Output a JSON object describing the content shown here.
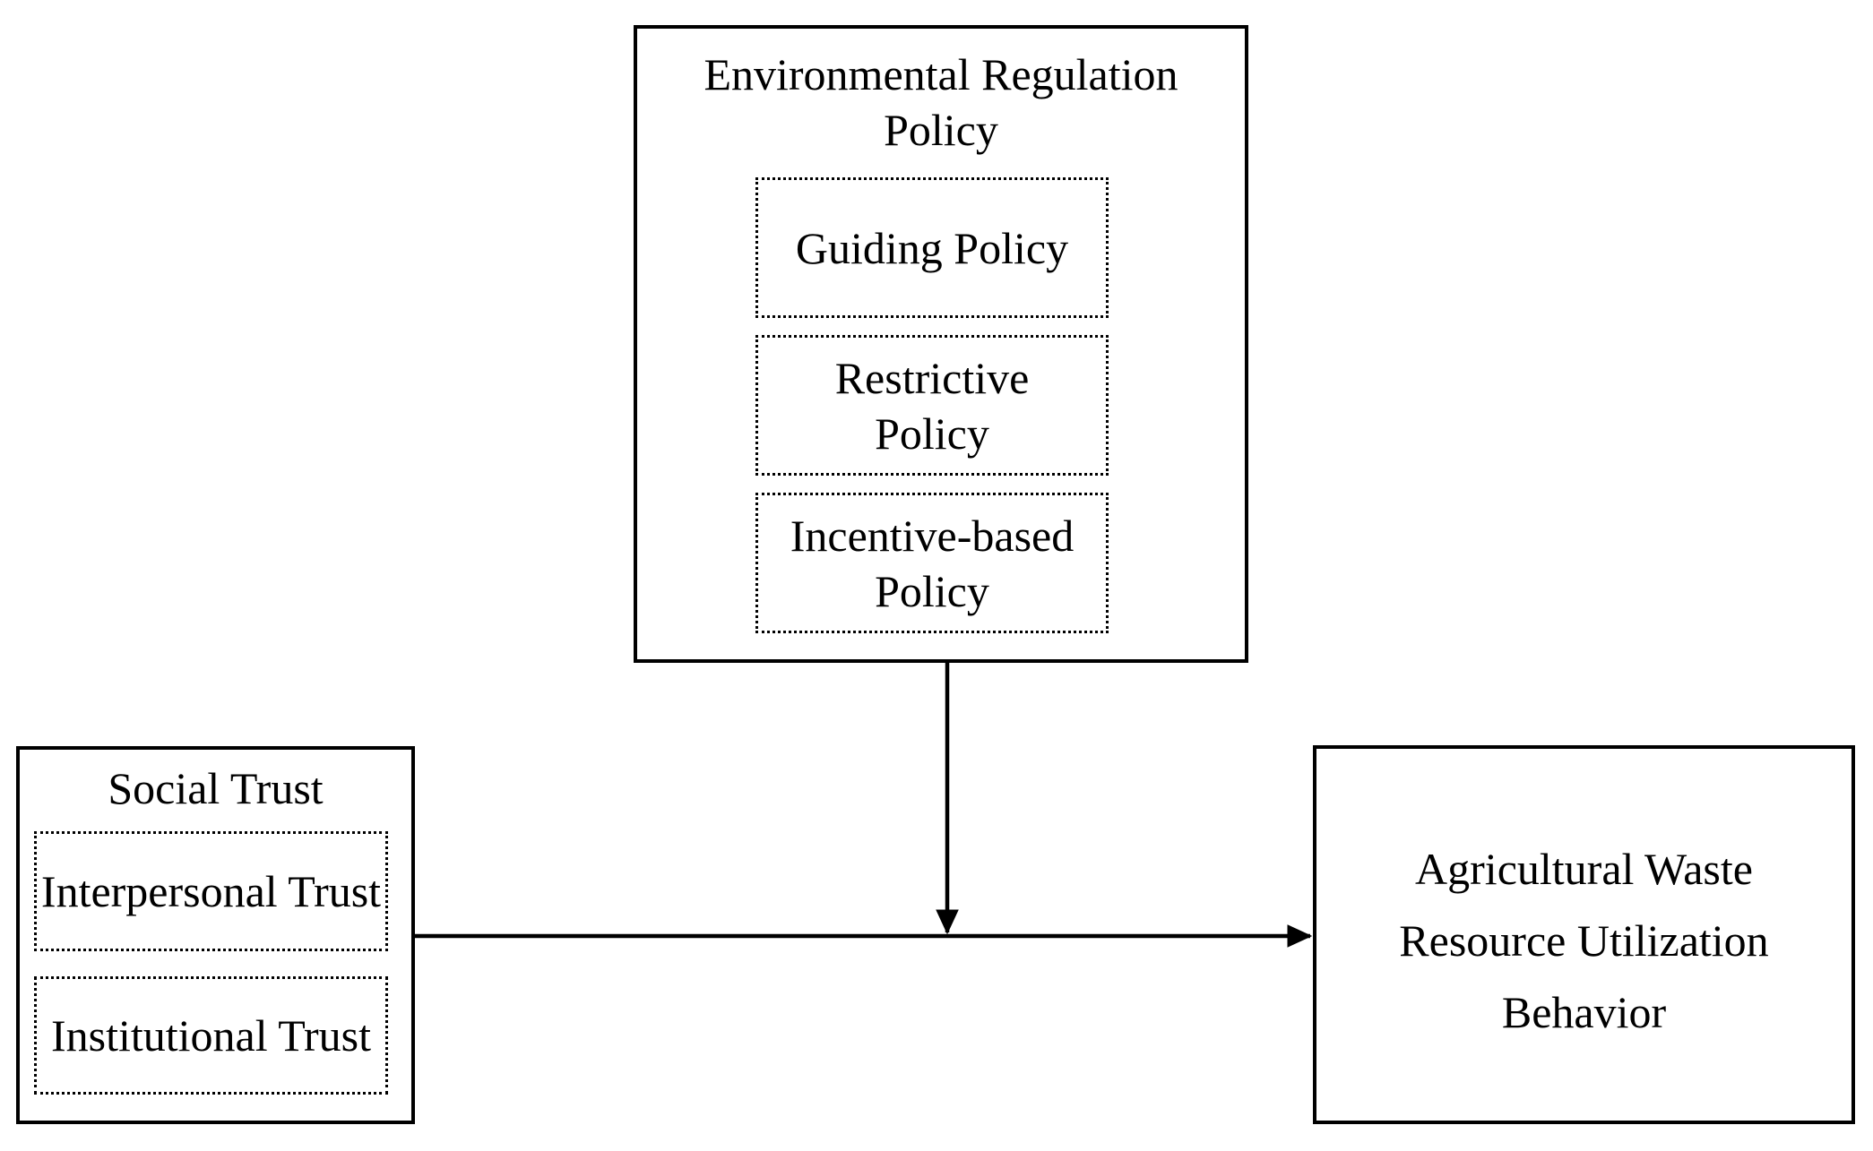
{
  "figure": {
    "background_color": "#ffffff",
    "stroke_color": "#000000",
    "env_box": {
      "title": "Environmental Regulation\nPolicy",
      "items": [
        {
          "label": "Guiding Policy"
        },
        {
          "label": "Restrictive\nPolicy"
        },
        {
          "label": "Incentive-based\nPolicy"
        }
      ]
    },
    "social_box": {
      "title": "Social Trust",
      "items": [
        {
          "label": "Interpersonal Trust"
        },
        {
          "label": "Institutional Trust"
        }
      ]
    },
    "outcome_box": {
      "label": "Agricultural Waste\nResource Utilization\nBehavior"
    },
    "arrows": [
      {
        "name": "env-policy-to-junction",
        "direction": "down"
      },
      {
        "name": "social-trust-to-outcome",
        "direction": "right"
      }
    ]
  }
}
